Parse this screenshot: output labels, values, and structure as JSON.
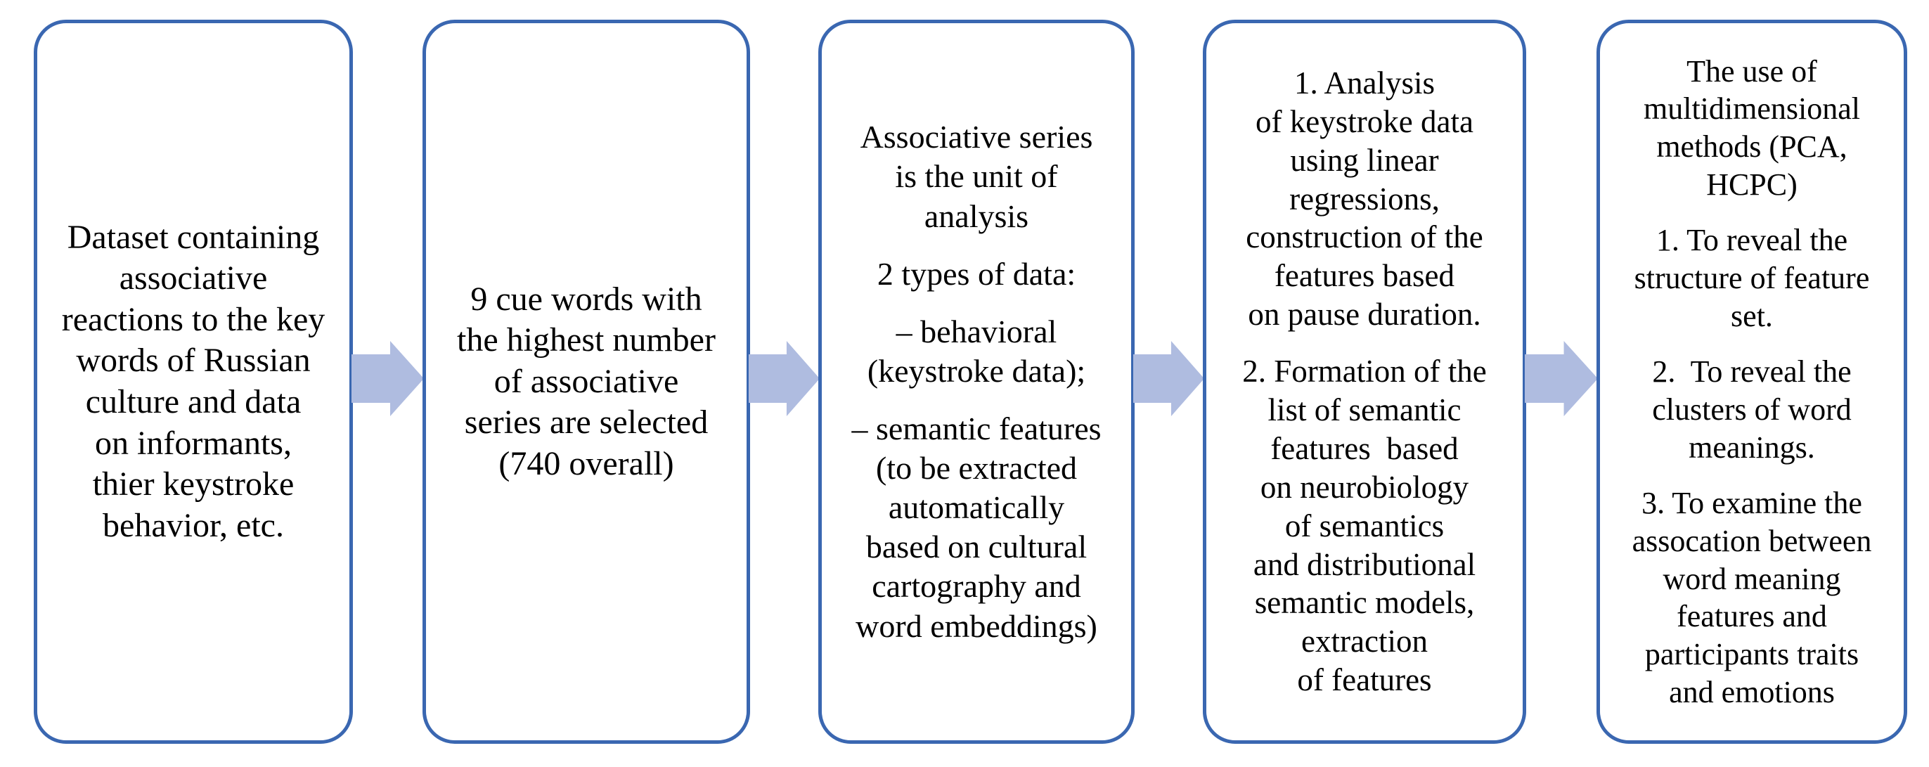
{
  "flowchart": {
    "background_color": "#ffffff",
    "box_border_color": "#3a67b1",
    "arrow_fill_color": "#afbce0",
    "text_color": "#000000",
    "arrow_icon": "right-block-arrow",
    "boxes": [
      {
        "name": "dataset",
        "paragraphs": [
          "Dataset containing\nassociative\nreactions to the key\nwords of Russian\nculture and data\non informants,\nthier keystroke\nbehavior, etc."
        ]
      },
      {
        "name": "cue-word-selection",
        "paragraphs": [
          "9 cue words with\nthe highest number\nof associative\nseries are selected\n(740 overall)"
        ]
      },
      {
        "name": "unit-and-data-types",
        "paragraphs": [
          "Associative series\nis the unit of\nanalysis",
          "2 types of data:",
          "– behavioral\n(keystroke data);",
          "– semantic features\n(to be extracted\nautomatically\nbased on cultural\ncartography and\nword embeddings)"
        ]
      },
      {
        "name": "analysis-steps",
        "paragraphs": [
          "1. Analysis\nof keystroke data\nusing linear\nregressions,\nconstruction of the\nfeatures based\non pause duration.",
          "2. Formation of the\nlist of semantic\nfeatures  based\non neurobiology\nof semantics\nand distributional\nsemantic models,\nextraction\nof features"
        ]
      },
      {
        "name": "multidimensional-methods",
        "paragraphs": [
          "The use of\nmultidimensional\nmethods (PCA,\nHCPC)",
          "1. To reveal the\nstructure of feature\nset.",
          "2.  To reveal the\nclusters of word\nmeanings.",
          "3. To examine the\nassocation between\nword meaning\nfeatures and\nparticipants traits\nand emotions"
        ]
      }
    ]
  }
}
